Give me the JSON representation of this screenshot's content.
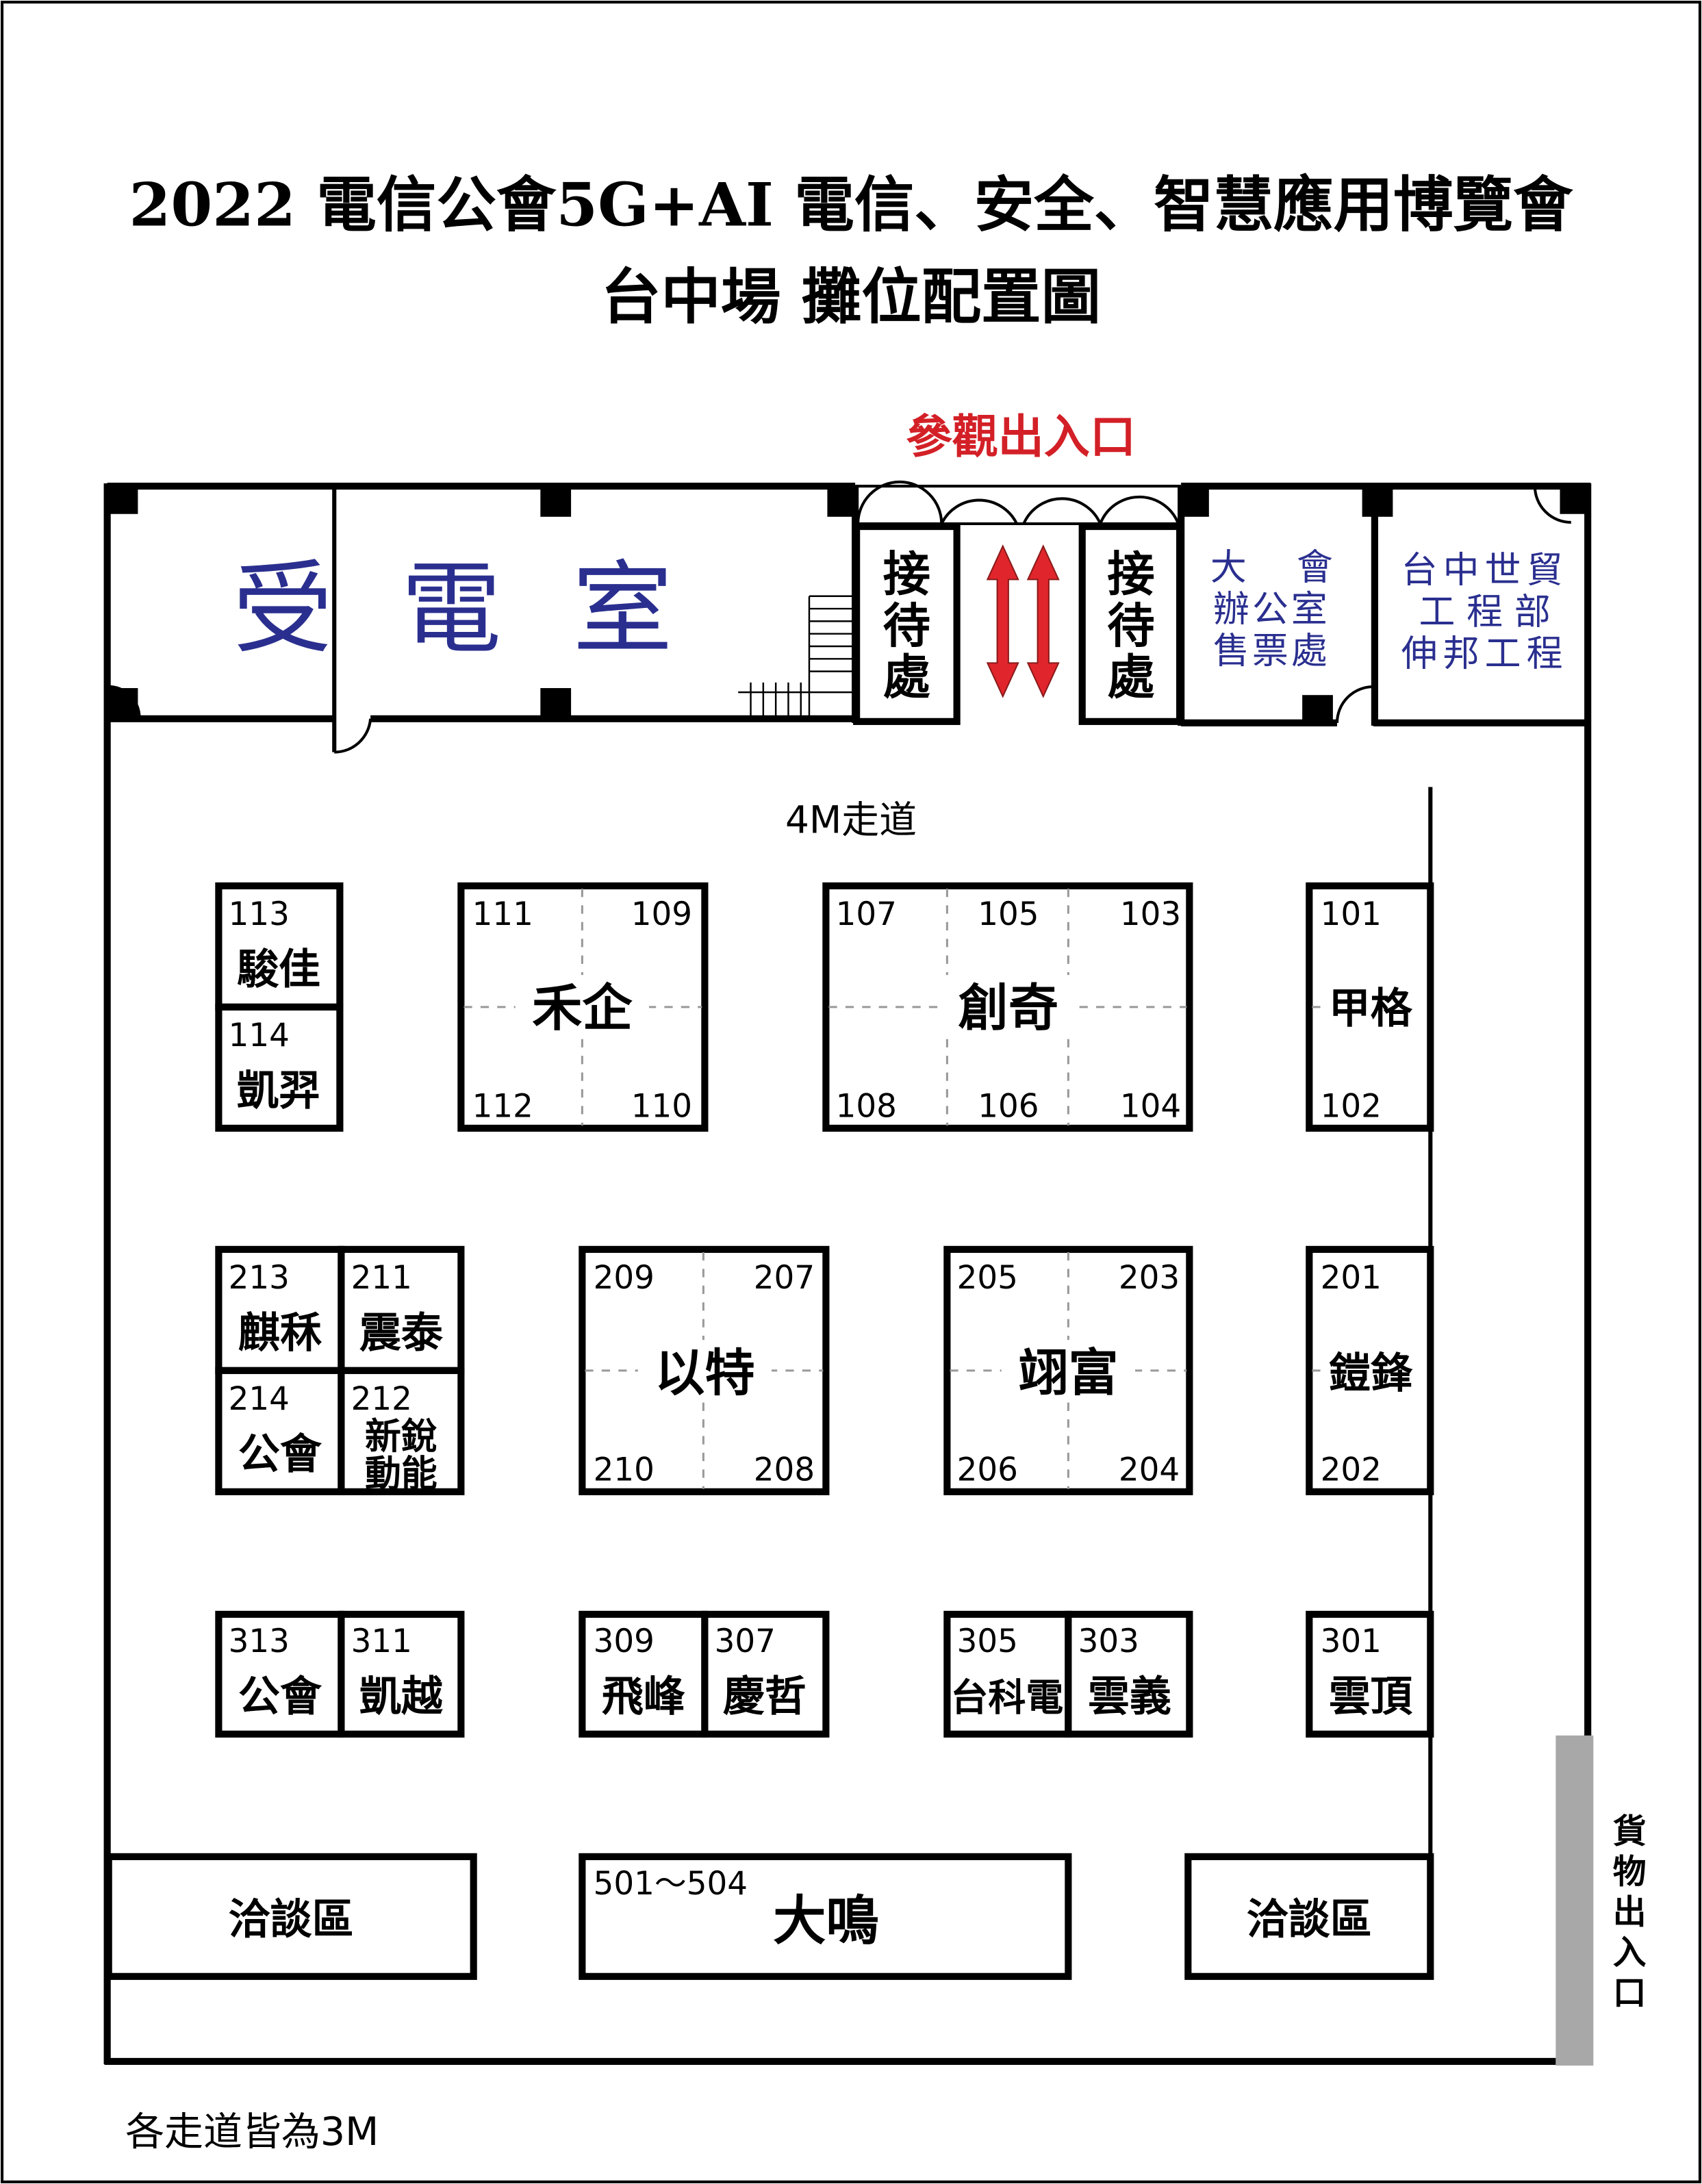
{
  "title": {
    "line1": "2022 電信公會5G+AI 電信、安全、智慧應用博覽會",
    "line2": "台中場 攤位配置圖"
  },
  "entrance": {
    "label": "參觀出入口",
    "color": "#d32027"
  },
  "rooms": {
    "power_room": [
      "受",
      "電",
      "室"
    ],
    "reception_left": [
      "接",
      "待",
      "處"
    ],
    "reception_right": [
      "接",
      "待",
      "處"
    ],
    "office": [
      "大",
      "會",
      "辦公室",
      "售票處"
    ],
    "engineering": [
      "台中世貿",
      "工 程 部",
      "伸邦工程"
    ],
    "text_color": "#2a2f8f"
  },
  "aisle_label": "4M走道",
  "footer_note": "各走道皆為3M",
  "cargo_label": [
    "貨",
    "物",
    "出",
    "入",
    "口"
  ],
  "booths": {
    "b113": {
      "num": "113",
      "name": "駿佳"
    },
    "b114": {
      "num": "114",
      "name": "凱羿"
    },
    "b111_112": {
      "nums": [
        "111",
        "109",
        "112",
        "110"
      ],
      "name": "禾企"
    },
    "b103_108": {
      "nums": [
        "107",
        "105",
        "103",
        "108",
        "106",
        "104"
      ],
      "name": "創奇"
    },
    "b101_102": {
      "nums": [
        "101",
        "102"
      ],
      "name": "甲格"
    },
    "b213": {
      "num": "213",
      "name": "麒秝"
    },
    "b211": {
      "num": "211",
      "name": "震泰"
    },
    "b214": {
      "num": "214",
      "name": "公會"
    },
    "b212": {
      "num": "212",
      "name_lines": [
        "新銳",
        "動能"
      ]
    },
    "b207_210": {
      "nums": [
        "209",
        "207",
        "210",
        "208"
      ],
      "name": "以特"
    },
    "b203_206": {
      "nums": [
        "205",
        "203",
        "206",
        "204"
      ],
      "name": "翊富"
    },
    "b201_202": {
      "nums": [
        "201",
        "202"
      ],
      "name": "鎧鋒"
    },
    "b313": {
      "num": "313",
      "name": "公會"
    },
    "b311": {
      "num": "311",
      "name": "凱越"
    },
    "b309": {
      "num": "309",
      "name": "飛峰"
    },
    "b307": {
      "num": "307",
      "name": "慶哲"
    },
    "b305": {
      "num": "305",
      "name": "台科電"
    },
    "b303": {
      "num": "303",
      "name": "雲義"
    },
    "b301": {
      "num": "301",
      "name": "雲頂"
    },
    "b501": {
      "num": "501～504",
      "name": "大鳴"
    }
  },
  "meeting_left": "洽談區",
  "meeting_right": "洽談區"
}
